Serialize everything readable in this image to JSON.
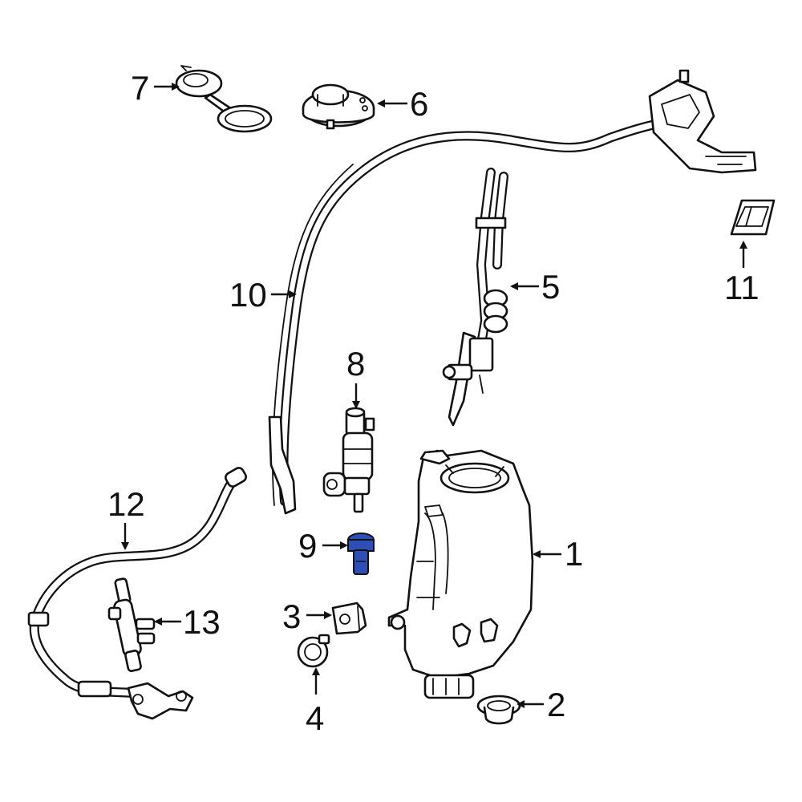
{
  "diagram": {
    "highlight_color": "#2f4fb8",
    "highlighted_part": "9",
    "callouts": [
      {
        "id": "1",
        "label": "1"
      },
      {
        "id": "2",
        "label": "2"
      },
      {
        "id": "3",
        "label": "3"
      },
      {
        "id": "4",
        "label": "4"
      },
      {
        "id": "5",
        "label": "5"
      },
      {
        "id": "6",
        "label": "6"
      },
      {
        "id": "7",
        "label": "7"
      },
      {
        "id": "8",
        "label": "8"
      },
      {
        "id": "9",
        "label": "9"
      },
      {
        "id": "10",
        "label": "10"
      },
      {
        "id": "11",
        "label": "11"
      },
      {
        "id": "12",
        "label": "12"
      },
      {
        "id": "13",
        "label": "13"
      }
    ]
  }
}
